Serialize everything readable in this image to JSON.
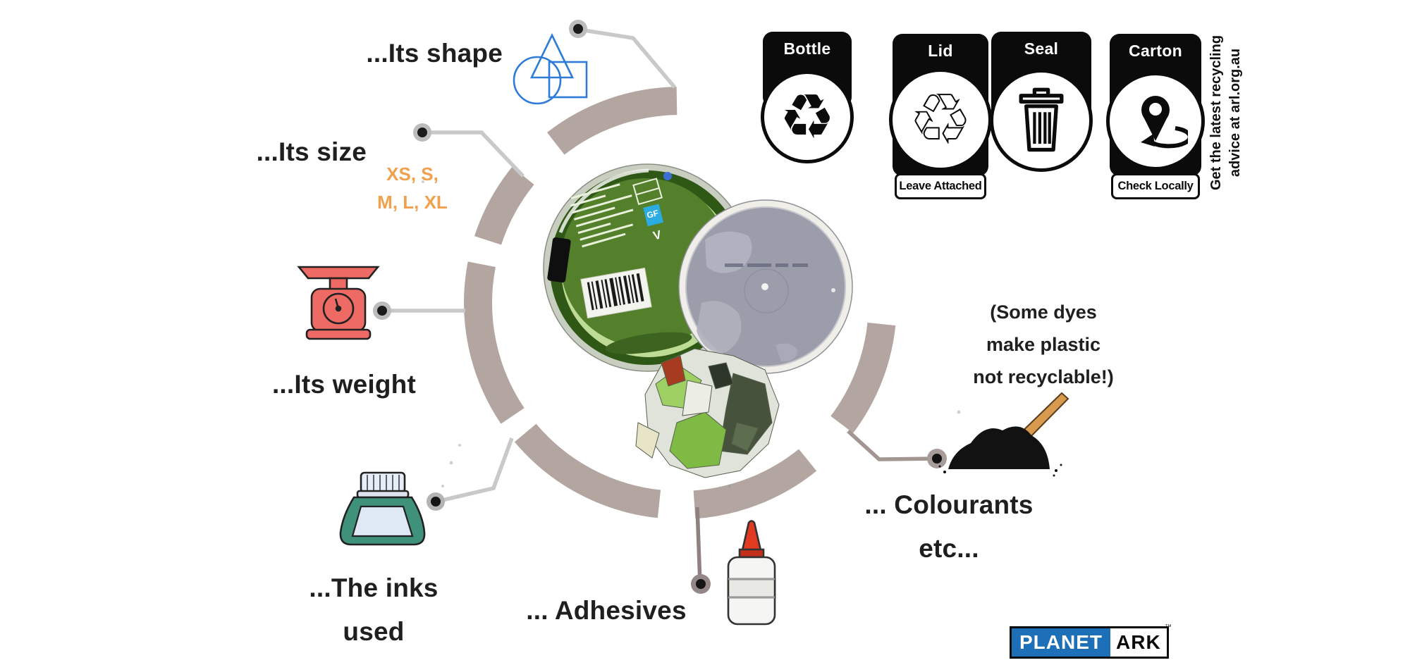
{
  "title_labels": {
    "shape": "...Its shape",
    "size": "...Its size",
    "size_values_1": "XS, S,",
    "size_values_2": "M, L, XL",
    "weight": "...Its weight",
    "inks_1": "...The inks",
    "inks_2": "used",
    "adhesives": "... Adhesives",
    "colourants_1": "... Colourants",
    "colourants_2": "etc...",
    "dyes_1": "(Some dyes",
    "dyes_2": "make plastic",
    "dyes_3": "not recyclable!)"
  },
  "arl_labels": {
    "bottle_title": "Bottle",
    "lid_title": "Lid",
    "lid_footer": "Leave Attached",
    "seal_title": "Seal",
    "carton_title": "Carton",
    "carton_footer": "Check Locally",
    "tagline_1": "Get the latest recycling",
    "tagline_2": "advice at arl.org.au"
  },
  "icons": {
    "bottle_recycle_glyph": "♻",
    "lid_recycle_glyph": "♲",
    "seal_icon": "trash-bin",
    "carton_icon": "location-pin-loop",
    "shape_icon": "triangle-circle-square",
    "weight_icon": "kitchen-scale",
    "inks_icon": "ink-bottle",
    "adhesives_icon": "glue-bottle",
    "colourants_icon": "pigment-powder-spoon"
  },
  "center_photos": {
    "container_gf_label": "GF",
    "container_v_mark": "V"
  },
  "logo": {
    "planet": "PLANET",
    "ark": "ARK",
    "tm": "™"
  },
  "colors": {
    "ring": "#b3a6a0",
    "connector_gray": "#c9c8ca",
    "connector_brown": "#978b88",
    "accent_orange": "#f2a04e",
    "shape_blue": "#2e7bd8",
    "scale_red": "#ee6b65",
    "ink_teal": "#3f917a",
    "glue_red": "#e03a20",
    "arl_blue": "#1d70b7",
    "lid_gray": "#9b9dab",
    "container_green": "#54802c"
  }
}
